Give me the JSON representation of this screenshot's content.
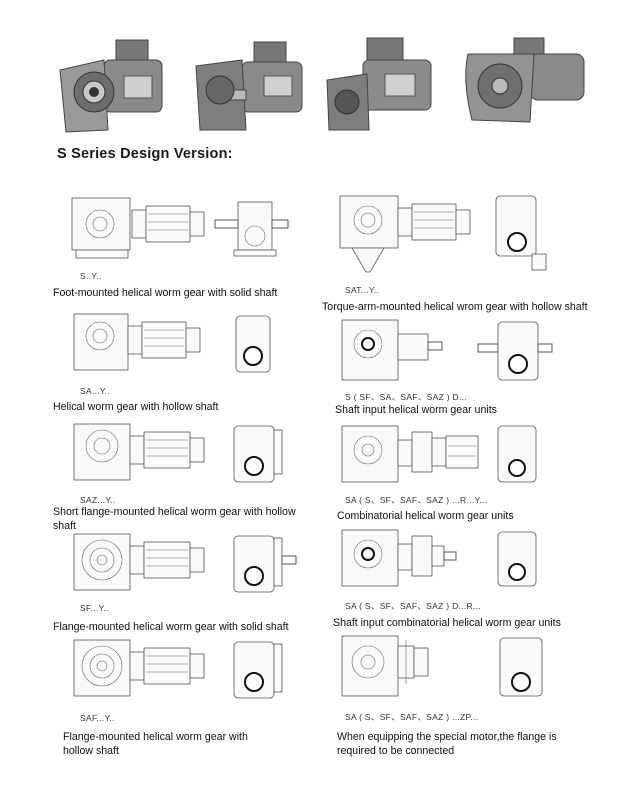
{
  "heading": "S  Series Design Version:",
  "photos": [
    {
      "name": "photo-gear-motor-1"
    },
    {
      "name": "photo-gear-motor-2"
    },
    {
      "name": "photo-gear-motor-3"
    },
    {
      "name": "photo-gear-motor-4"
    }
  ],
  "variants": [
    {
      "code": "S..Y..",
      "caption": "Foot-mounted helical worm gear with solid shaft"
    },
    {
      "code": "SAT...Y..",
      "caption": "Torque-arm-mounted helical wrom gear with hollow shaft"
    },
    {
      "code": "SA...Y..",
      "caption": "Helical worm gear with hollow shaft"
    },
    {
      "code": "S ( SF、SA、SAF、SAZ ) D...",
      "caption": "Shaft input helical worm gear units"
    },
    {
      "code": "SAZ...Y..",
      "caption": "Short flange-mounted helical worm gear with hollow shaft"
    },
    {
      "code": "SA ( S、SF、SAF、SAZ ) ...R...Y...",
      "caption": "Combinatorial helical worm gear units"
    },
    {
      "code": "SF...Y..",
      "caption": "Flange-mounted helical worm gear with solid shaft"
    },
    {
      "code": "SA ( S、SF、SAF、SAZ ) D...R...",
      "caption": "Shaft input combinatorial helical worm gear units"
    },
    {
      "code": "SAF...Y..",
      "caption": "Flange-mounted helical worm gear with hollow shaft"
    },
    {
      "code": "SA ( S、SF、SAF、SAZ ) ...ZP...",
      "caption": "When equipping the special motor,the flange is required to be connected"
    }
  ]
}
